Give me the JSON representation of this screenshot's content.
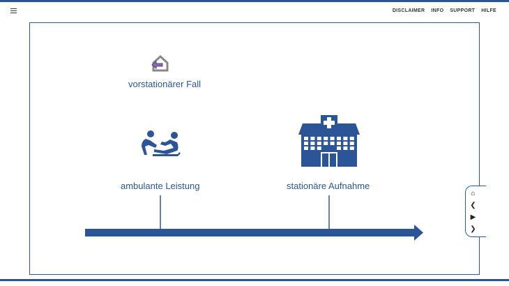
{
  "header": {
    "nav": [
      "DISCLAIMER",
      "INFO",
      "SUPPORT",
      "HILFE"
    ]
  },
  "timeline": {
    "pre": {
      "label": "vorstationärer Fall",
      "icon": "house-arrow-icon"
    },
    "ambulant": {
      "label": "ambulante Leistung",
      "icon": "treatment-icon"
    },
    "stationary": {
      "label": "stationäre Aufnahme",
      "icon": "hospital-icon"
    }
  },
  "colors": {
    "primary": "#2b5597",
    "accent": "#7a5ca0"
  }
}
